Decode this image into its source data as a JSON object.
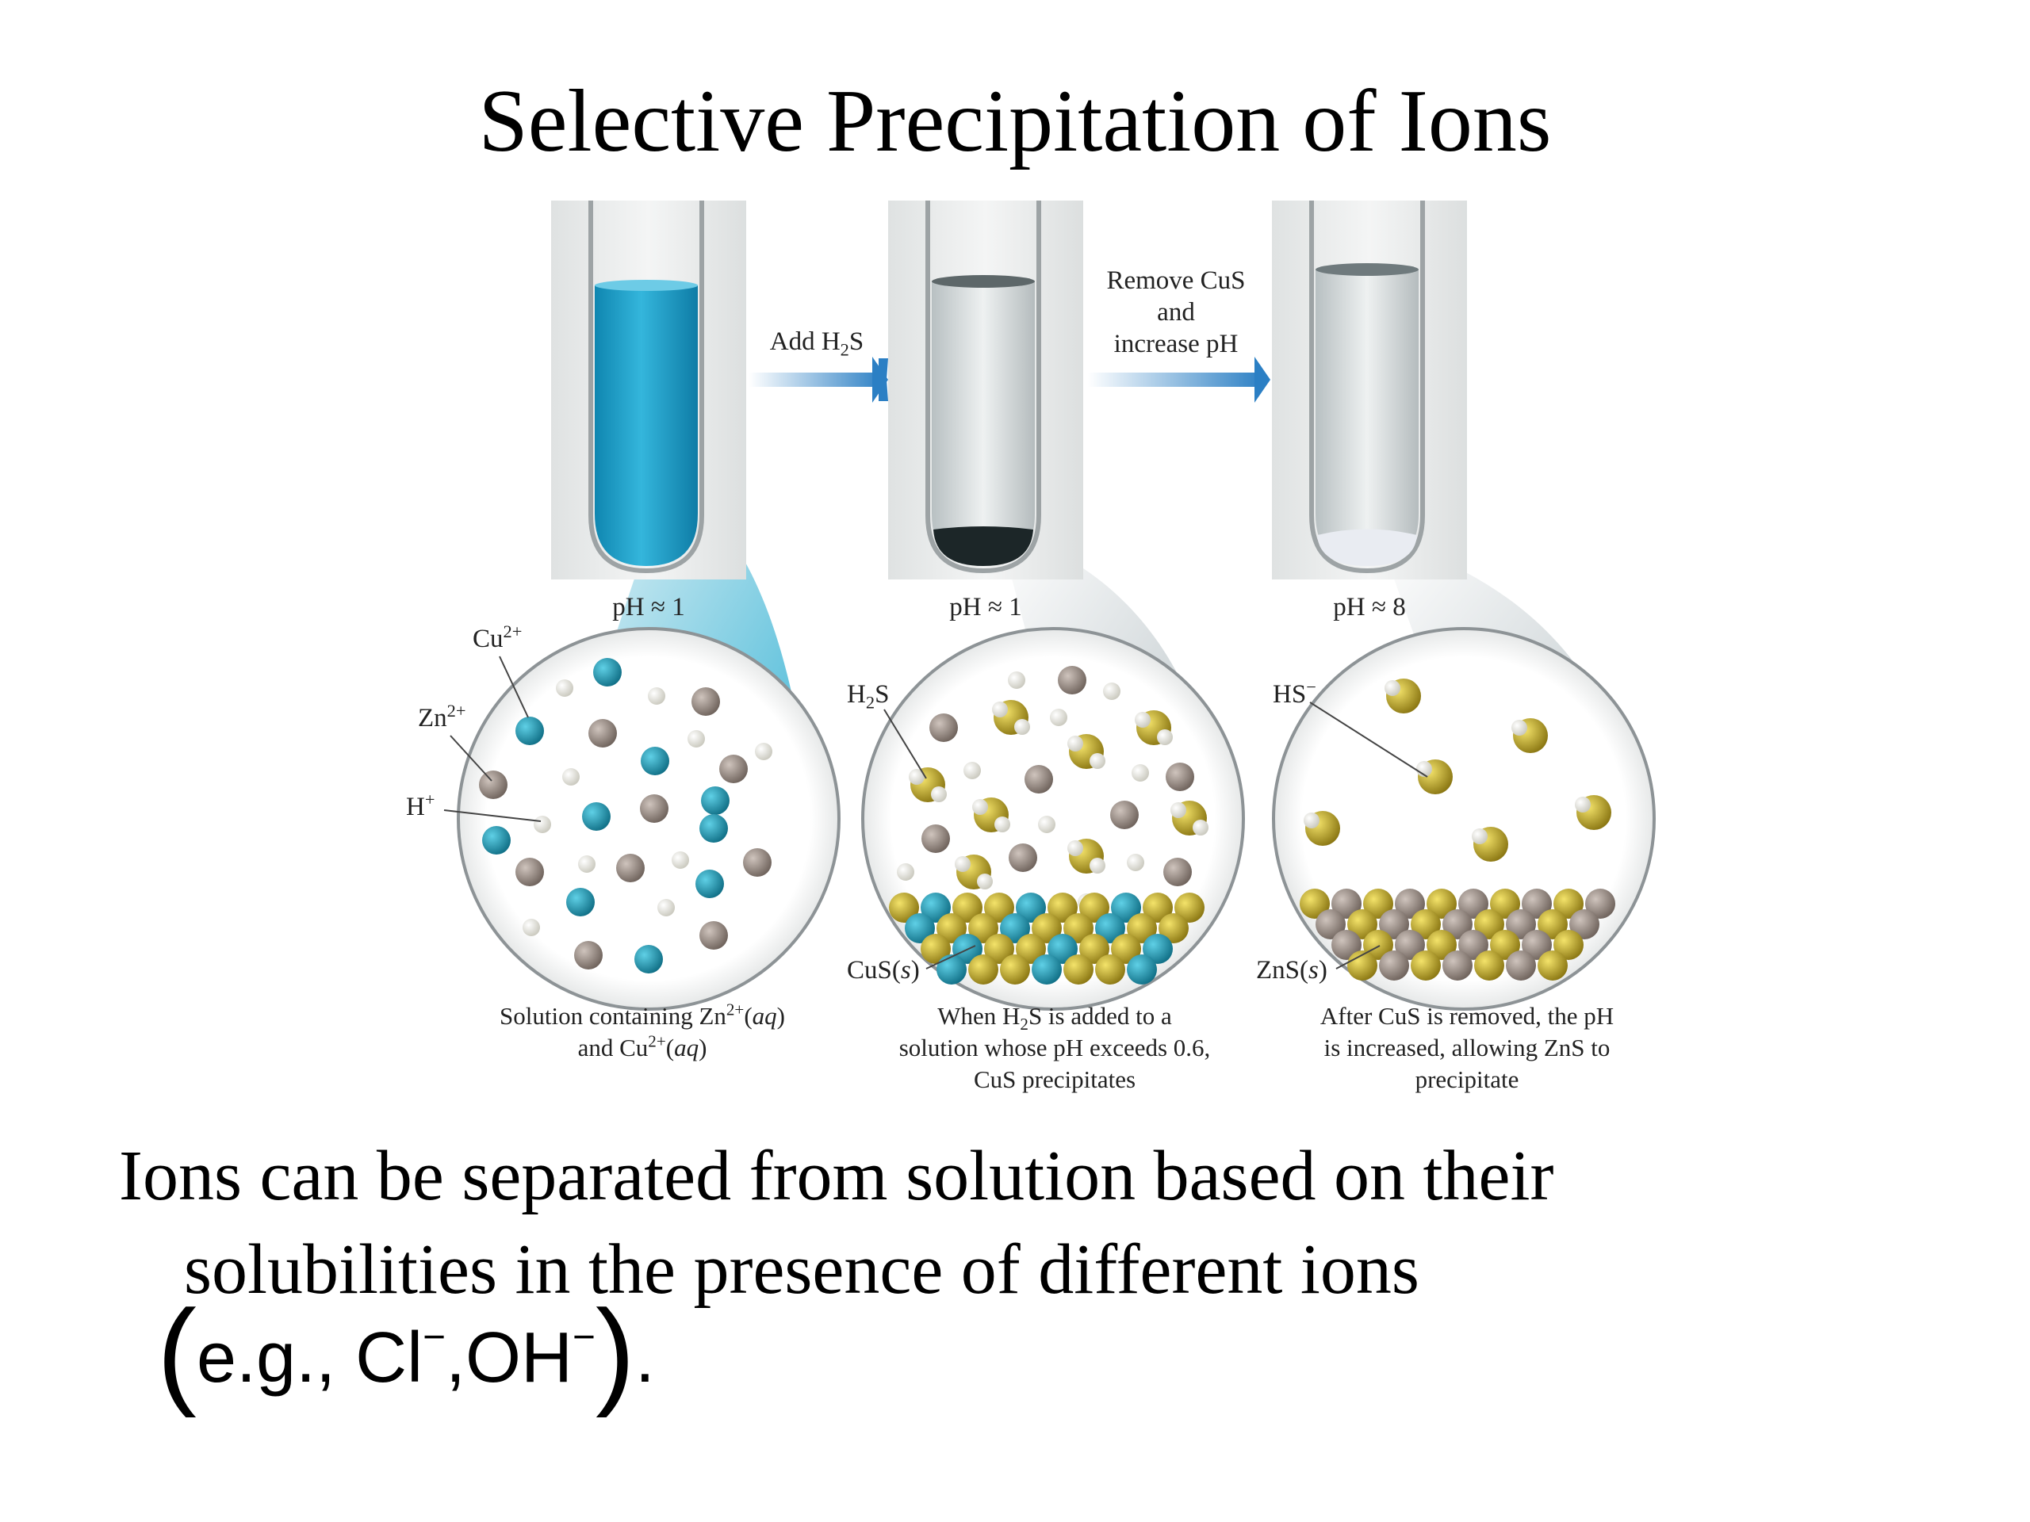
{
  "title": "Selective Precipitation of Ions",
  "steps": {
    "arrow1_label": "Add H",
    "arrow1_sub": "2",
    "arrow1_tail": "S",
    "arrow2_label_line1": "Remove CuS",
    "arrow2_label_line2": "and",
    "arrow2_label_line3": "increase pH"
  },
  "tubes": [
    {
      "ph": "pH ≈ 1",
      "color": "#1f9fc7"
    },
    {
      "ph": "pH ≈ 1",
      "color": "#cfd6d6"
    },
    {
      "ph": "pH ≈ 8",
      "color": "#d3d9db"
    }
  ],
  "ion_labels": {
    "cu": "Cu",
    "cu_sup": "2+",
    "zn": "Zn",
    "zn_sup": "2+",
    "h": "H",
    "h_sup": "+",
    "h2s_a": "H",
    "h2s_sub": "2",
    "h2s_b": "S",
    "hs": "HS",
    "hs_sup": "−",
    "cus": "CuS(",
    "cus_s": "s",
    "cus_end": ")",
    "zns": "ZnS(",
    "zns_s": "s",
    "zns_end": ")"
  },
  "captions": {
    "c1_line1_a": "Solution containing Zn",
    "c1_line1_sup": "2+",
    "c1_line1_b": "(",
    "c1_line1_aq": "aq",
    "c1_line1_c": ")",
    "c1_line2_a": "and Cu",
    "c1_line2_sup": "2+",
    "c1_line2_b": "(",
    "c1_line2_aq": "aq",
    "c1_line2_c": ")",
    "c2_line1_a": "When H",
    "c2_line1_sub": "2",
    "c2_line1_b": "S is added to a",
    "c2_line2": "solution whose pH exceeds 0.6,",
    "c2_line3": "CuS precipitates",
    "c3_line1": "After CuS is removed, the pH",
    "c3_line2": "is increased, allowing ZnS to",
    "c3_line3": "precipitate"
  },
  "body": {
    "line1": "Ions can be separated from solution based on their",
    "line2": "solubilities in the presence of different ions",
    "formula_a": "e.g., Cl",
    "formula_sup1": "−",
    "formula_b": ",OH",
    "formula_sup2": "−",
    "formula_end": "."
  },
  "colors": {
    "cu_ion": "#1f8fa6",
    "zn_ion": "#9a8c84",
    "h_ion": "#f0efe6",
    "sulfur": "#c9b22a",
    "arrow": "#2b7fc4"
  }
}
